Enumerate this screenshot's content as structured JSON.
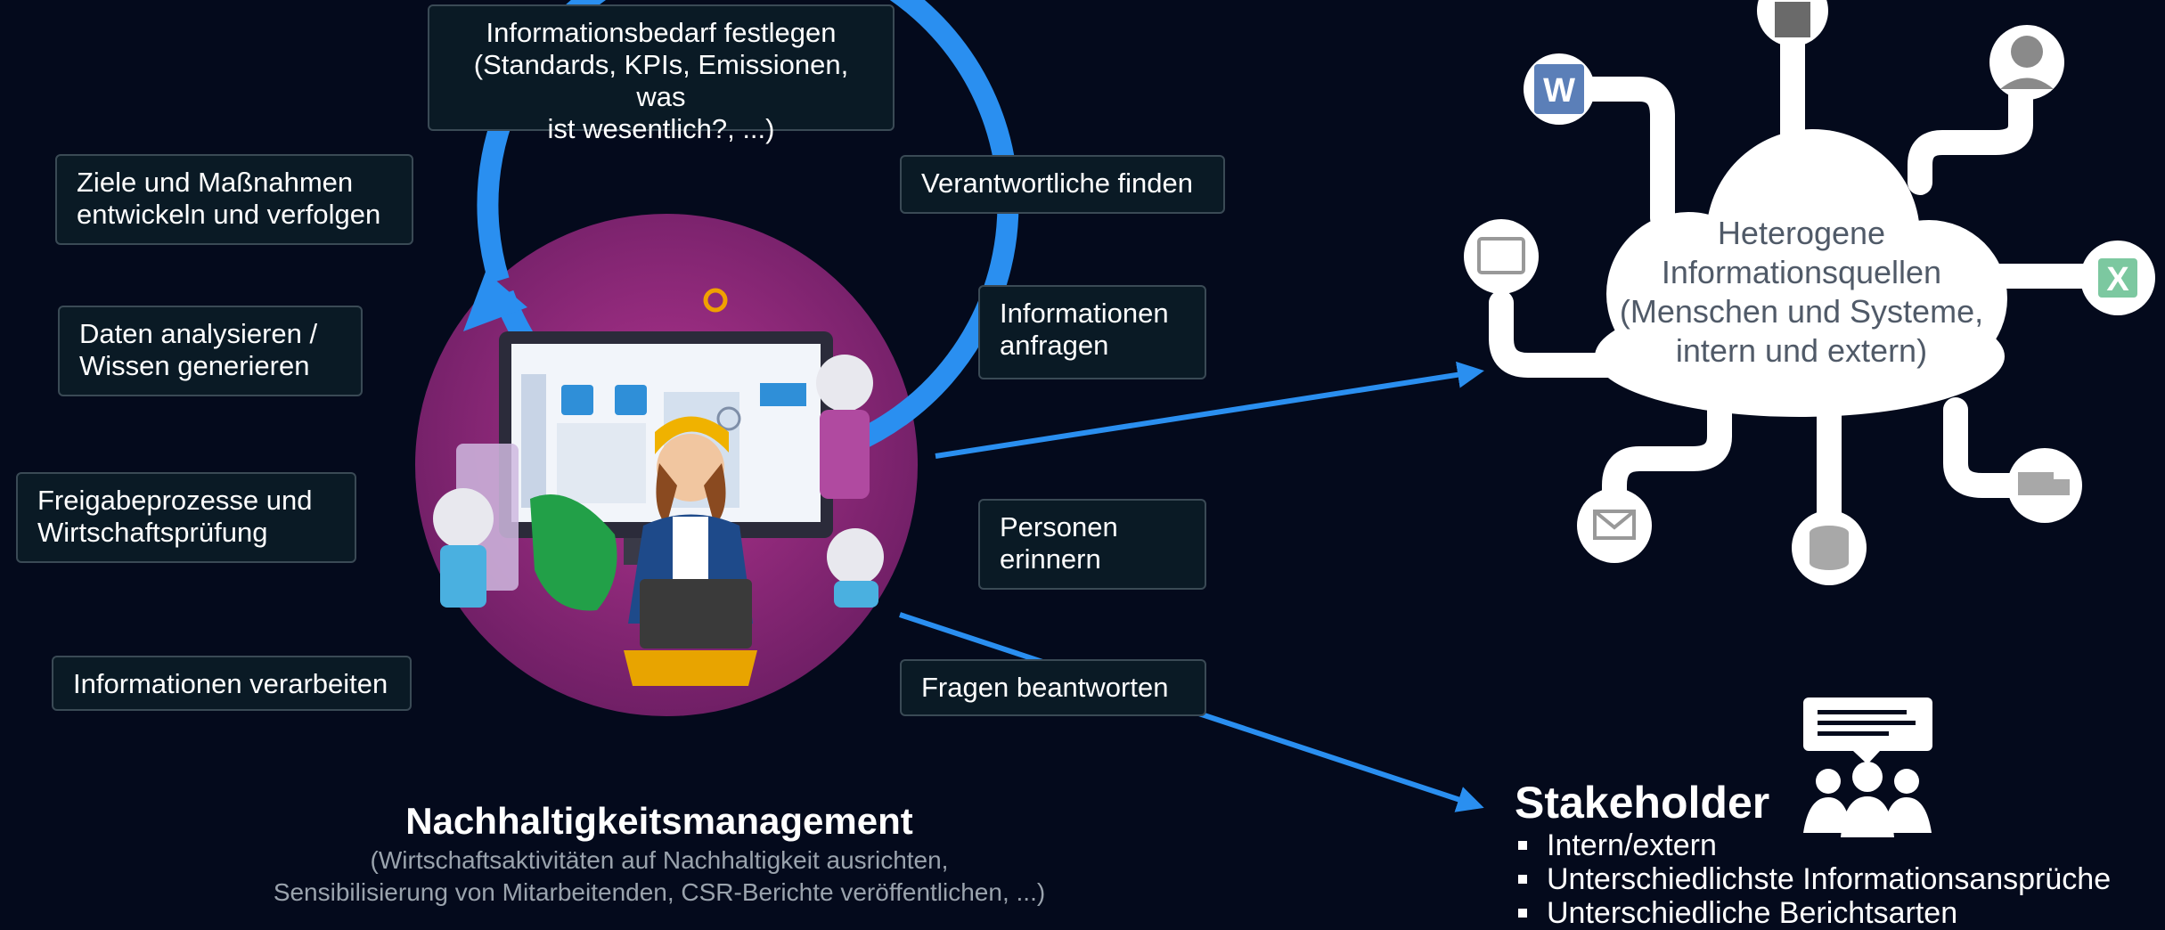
{
  "colors": {
    "background": "#040a1c",
    "box_background": "#0a1a25",
    "box_border": "#3a4a55",
    "accent_blue": "#2a8ff0",
    "illustration_purple": "#8a2a78",
    "source_white": "#ffffff"
  },
  "tasks": {
    "informationsbedarf": "Informationsbedarf festlegen\n(Standards, KPIs, Emissionen, was\nist wesentlich?, ...)",
    "ziele": "Ziele und Maßnahmen\nentwickeln und verfolgen",
    "daten": "Daten analysieren /\nWissen generieren",
    "freigabe": "Freigabeprozesse und\nWirtschaftsprüfung",
    "verarbeiten": "Informationen verarbeiten",
    "verantwortliche": "Verantwortliche finden",
    "anfragen": "Informationen\nanfragen",
    "erinnern": "Personen\nerinnern",
    "fragen": "Fragen beantworten"
  },
  "center": {
    "title": "Nachhaltigkeitsmanagement",
    "subtitle": "(Wirtschaftsaktivitäten auf Nachhaltigkeit ausrichten,\nSensibilisierung von Mitarbeitenden, CSR-Berichte veröffentlichen, ...)",
    "illustration_icon": "person-with-laptop-and-robots-icon"
  },
  "sources": {
    "cloud_text": "Heterogene\nInformationsquellen\n(Menschen und Systeme,\nintern und extern)",
    "icons": [
      "word-icon",
      "person-icon",
      "woman-avatar-icon",
      "image-gallery-icon",
      "excel-icon",
      "truck-icon",
      "database-icon",
      "email-icon"
    ],
    "icon_glyphs": {
      "word": "W",
      "excel": "X"
    }
  },
  "stakeholder": {
    "title": "Stakeholder",
    "items": [
      "Intern/extern",
      "Unterschiedlichste Informationsansprüche",
      "Unterschiedliche Berichtsarten"
    ],
    "icon": "people-with-speech-bubble-icon"
  }
}
